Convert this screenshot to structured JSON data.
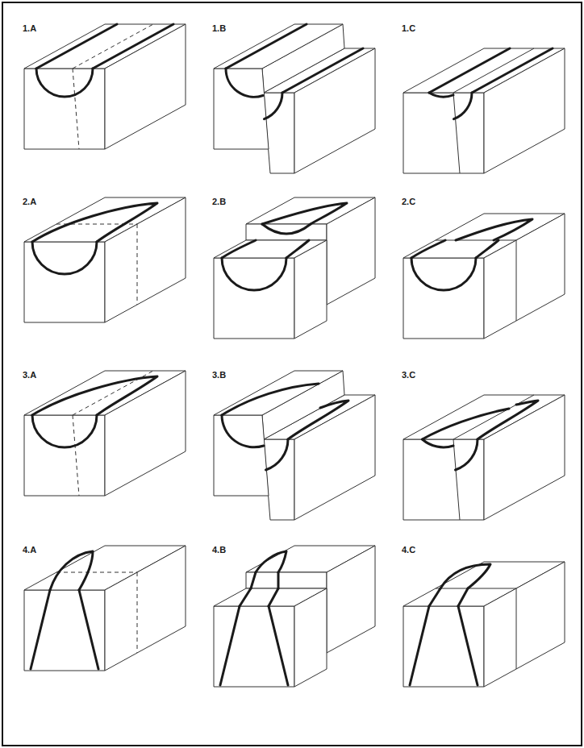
{
  "diagram": {
    "labels": [
      "1.A",
      "1.B",
      "1.C",
      "2.A",
      "2.B",
      "2.C",
      "3.A",
      "3.B",
      "3.C",
      "4.A",
      "4.B",
      "4.C"
    ]
  }
}
